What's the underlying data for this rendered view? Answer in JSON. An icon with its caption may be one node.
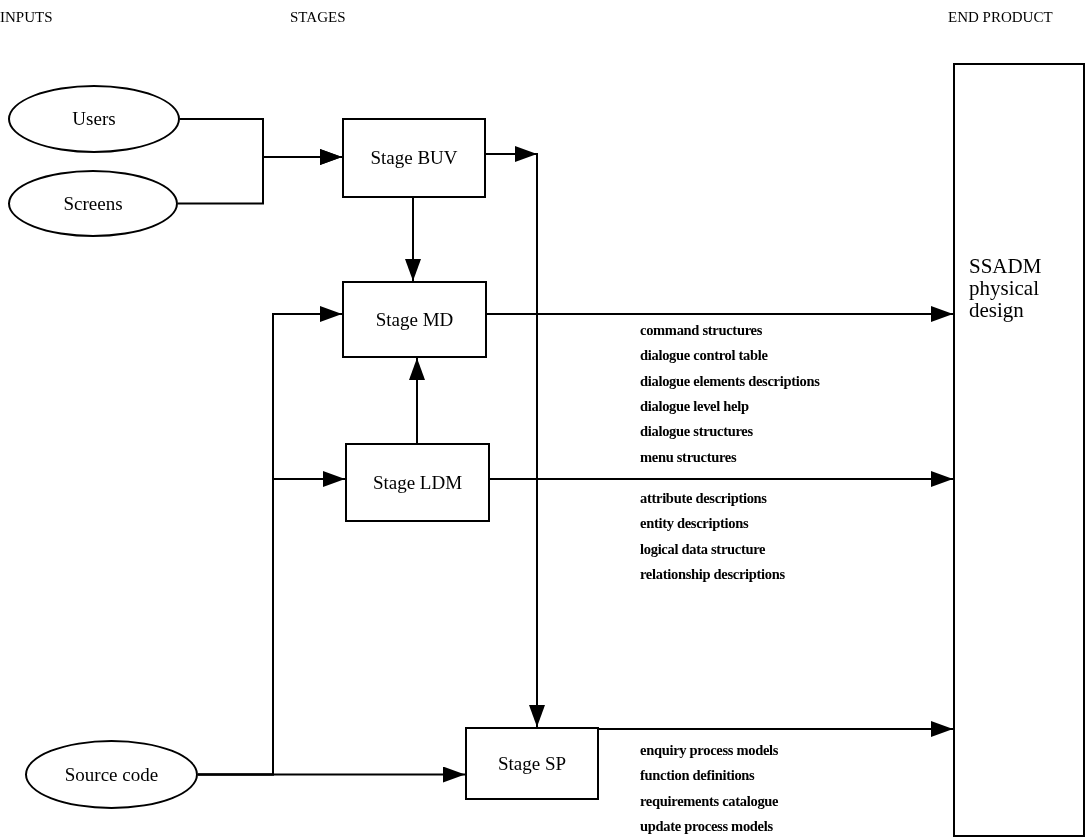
{
  "diagram": {
    "nodes": [
      {
        "text": [
          "Users"
        ]
      },
      {
        "text": [
          "Screens"
        ]
      },
      {
        "text": [
          "Stage BUV"
        ]
      },
      {
        "text": [
          "Stage MD"
        ]
      },
      {
        "text": [
          "Stage LDM"
        ]
      },
      {
        "text": [
          "Source code"
        ]
      },
      {
        "text": [
          "Stage SP"
        ]
      },
      {
        "text": [
          "SSADM physical design"
        ]
      }
    ],
    "edges": [
      {
        "from": 0,
        "to": 2,
        "arrow": "to"
      },
      {
        "from": 1,
        "to": 2,
        "arrow": "to"
      },
      {
        "from": 2,
        "to": 3,
        "arrow": "to"
      },
      {
        "from": 2,
        "to": 6,
        "arrow": "to"
      },
      {
        "from": 5,
        "to": 3,
        "arrow": "to"
      },
      {
        "from": 5,
        "to": 4,
        "arrow": "to"
      },
      {
        "from": 5,
        "to": 6,
        "arrow": "to"
      },
      {
        "from": 4,
        "to": 3,
        "arrow": "to"
      },
      {
        "from": 3,
        "to": 7,
        "arrow": "to"
      },
      {
        "from": 4,
        "to": 7,
        "arrow": "to"
      },
      {
        "from": 6,
        "to": 7,
        "arrow": "to"
      }
    ],
    "labels": [
      "INPUTS",
      "STAGES",
      "END PRODUCT",
      "command structures",
      "dialogue control table",
      "dialogue elements descriptions",
      "dialogue level help",
      "dialogue structures",
      "menu structures",
      "attribute descriptions",
      "entity descriptions",
      "logical data structure",
      "relationship descriptions",
      "enquiry process models",
      "function definitions",
      "requirements catalogue",
      "update process models"
    ]
  }
}
